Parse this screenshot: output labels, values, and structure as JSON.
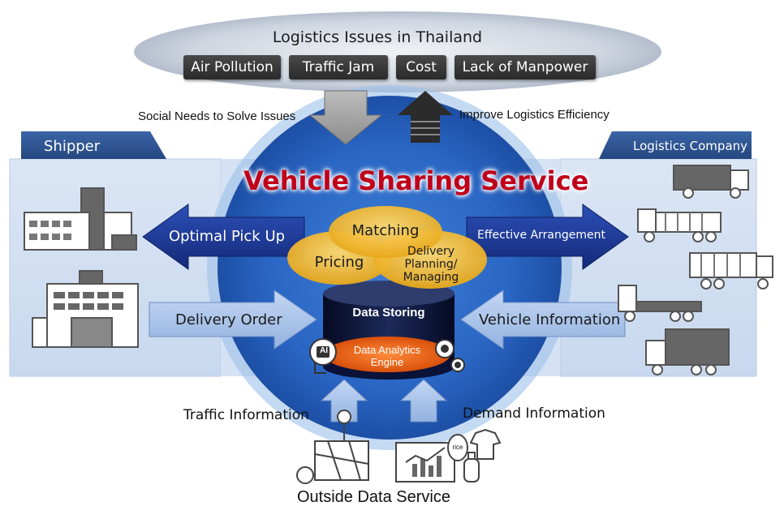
{
  "issues": {
    "title": "Logistics Issues in Thailand",
    "items": [
      "Air Pollution",
      "Traffic Jam",
      "Cost",
      "Lack of Manpower"
    ]
  },
  "flows": {
    "social_needs": "Social Needs to Solve Issues",
    "improve": "Improve Logistics Efficiency"
  },
  "panels": {
    "shipper": "Shipper",
    "logistics_company": "Logistics Company"
  },
  "service": {
    "title": "Vehicle Sharing Service",
    "matching": "Matching",
    "pricing": "Pricing",
    "delivery_planning": [
      "Delivery",
      "Planning/",
      "Managing"
    ],
    "data_storing": "Data Storing",
    "engine": [
      "Data Analytics",
      "Engine"
    ],
    "ai_badge": "AI"
  },
  "arrows": {
    "optimal_pick_up": "Optimal Pick Up",
    "effective_arrangement": "Effective Arrangement",
    "delivery_order": "Delivery Order",
    "vehicle_information": "Vehicle Information"
  },
  "bottom": {
    "traffic_information": "Traffic Information",
    "demand_information": "Demand Information",
    "outside_data_service": "Outside Data Service",
    "rice_label": "rice"
  },
  "colors": {
    "dark_blue_arrow": "#1f3a93",
    "light_blue_arrow": "#a9c4ea",
    "title_red": "#c0001a",
    "gold": "#f0b62a",
    "engine_orange": "#e85a10"
  }
}
